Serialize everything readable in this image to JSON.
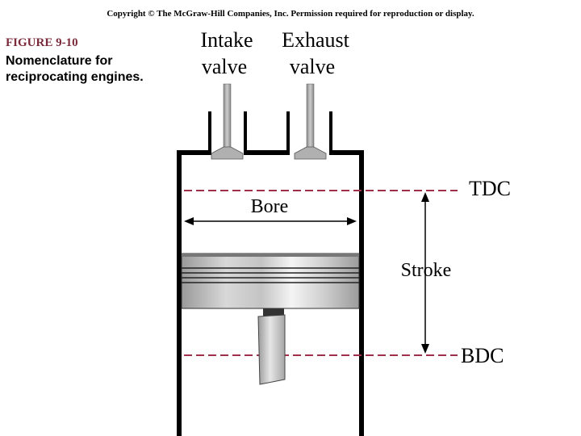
{
  "header": {
    "copyright": "Copyright © The McGraw-Hill Companies, Inc. Permission required for reproduction or display."
  },
  "figure": {
    "number": "FIGURE 9-10",
    "description": "Nomenclature for reciprocating engines."
  },
  "labels": {
    "intake_line1": "Intake",
    "intake_line2": "valve",
    "exhaust_line1": "Exhaust",
    "exhaust_line2": "valve",
    "bore": "Bore",
    "stroke": "Stroke",
    "tdc": "TDC",
    "bdc": "BDC"
  },
  "colors": {
    "figure_number": "#7a2a3a",
    "dead_center_lines": "#a0304a",
    "outline": "#000000"
  }
}
